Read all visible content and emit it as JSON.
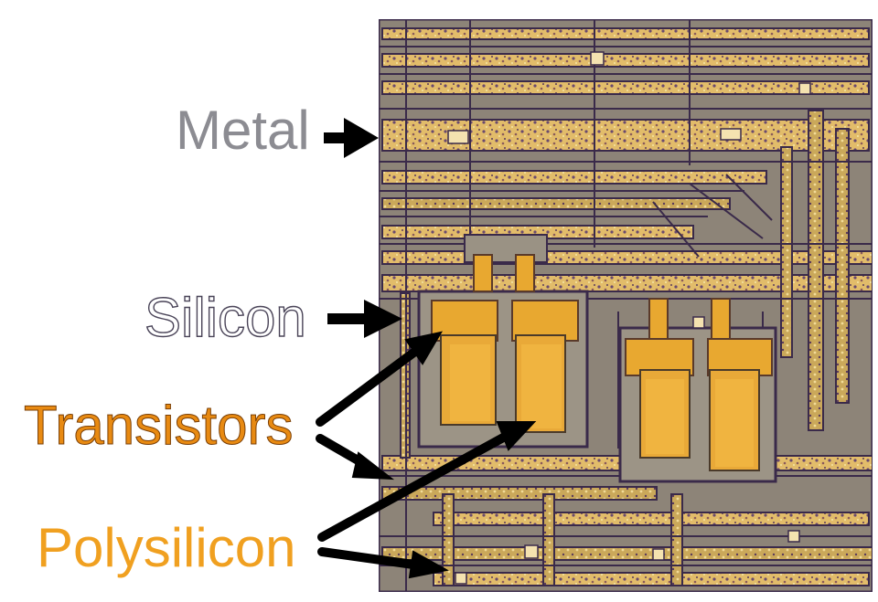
{
  "labels": {
    "metal": "Metal",
    "silicon": "Silicon",
    "transistors": "Transistors",
    "polysilicon": "Polysilicon"
  },
  "colors": {
    "metal_label": "#8c8c92",
    "silicon_label_outline": "#4a4458",
    "transistors_label": "#e88a12",
    "polysilicon_label": "#f0a020",
    "arrow": "#000000",
    "die_background": "#8a8278",
    "metal_trace": "#e6c070",
    "trace_outline": "#3a2a4a",
    "transistor_gate": "#e8a830"
  }
}
